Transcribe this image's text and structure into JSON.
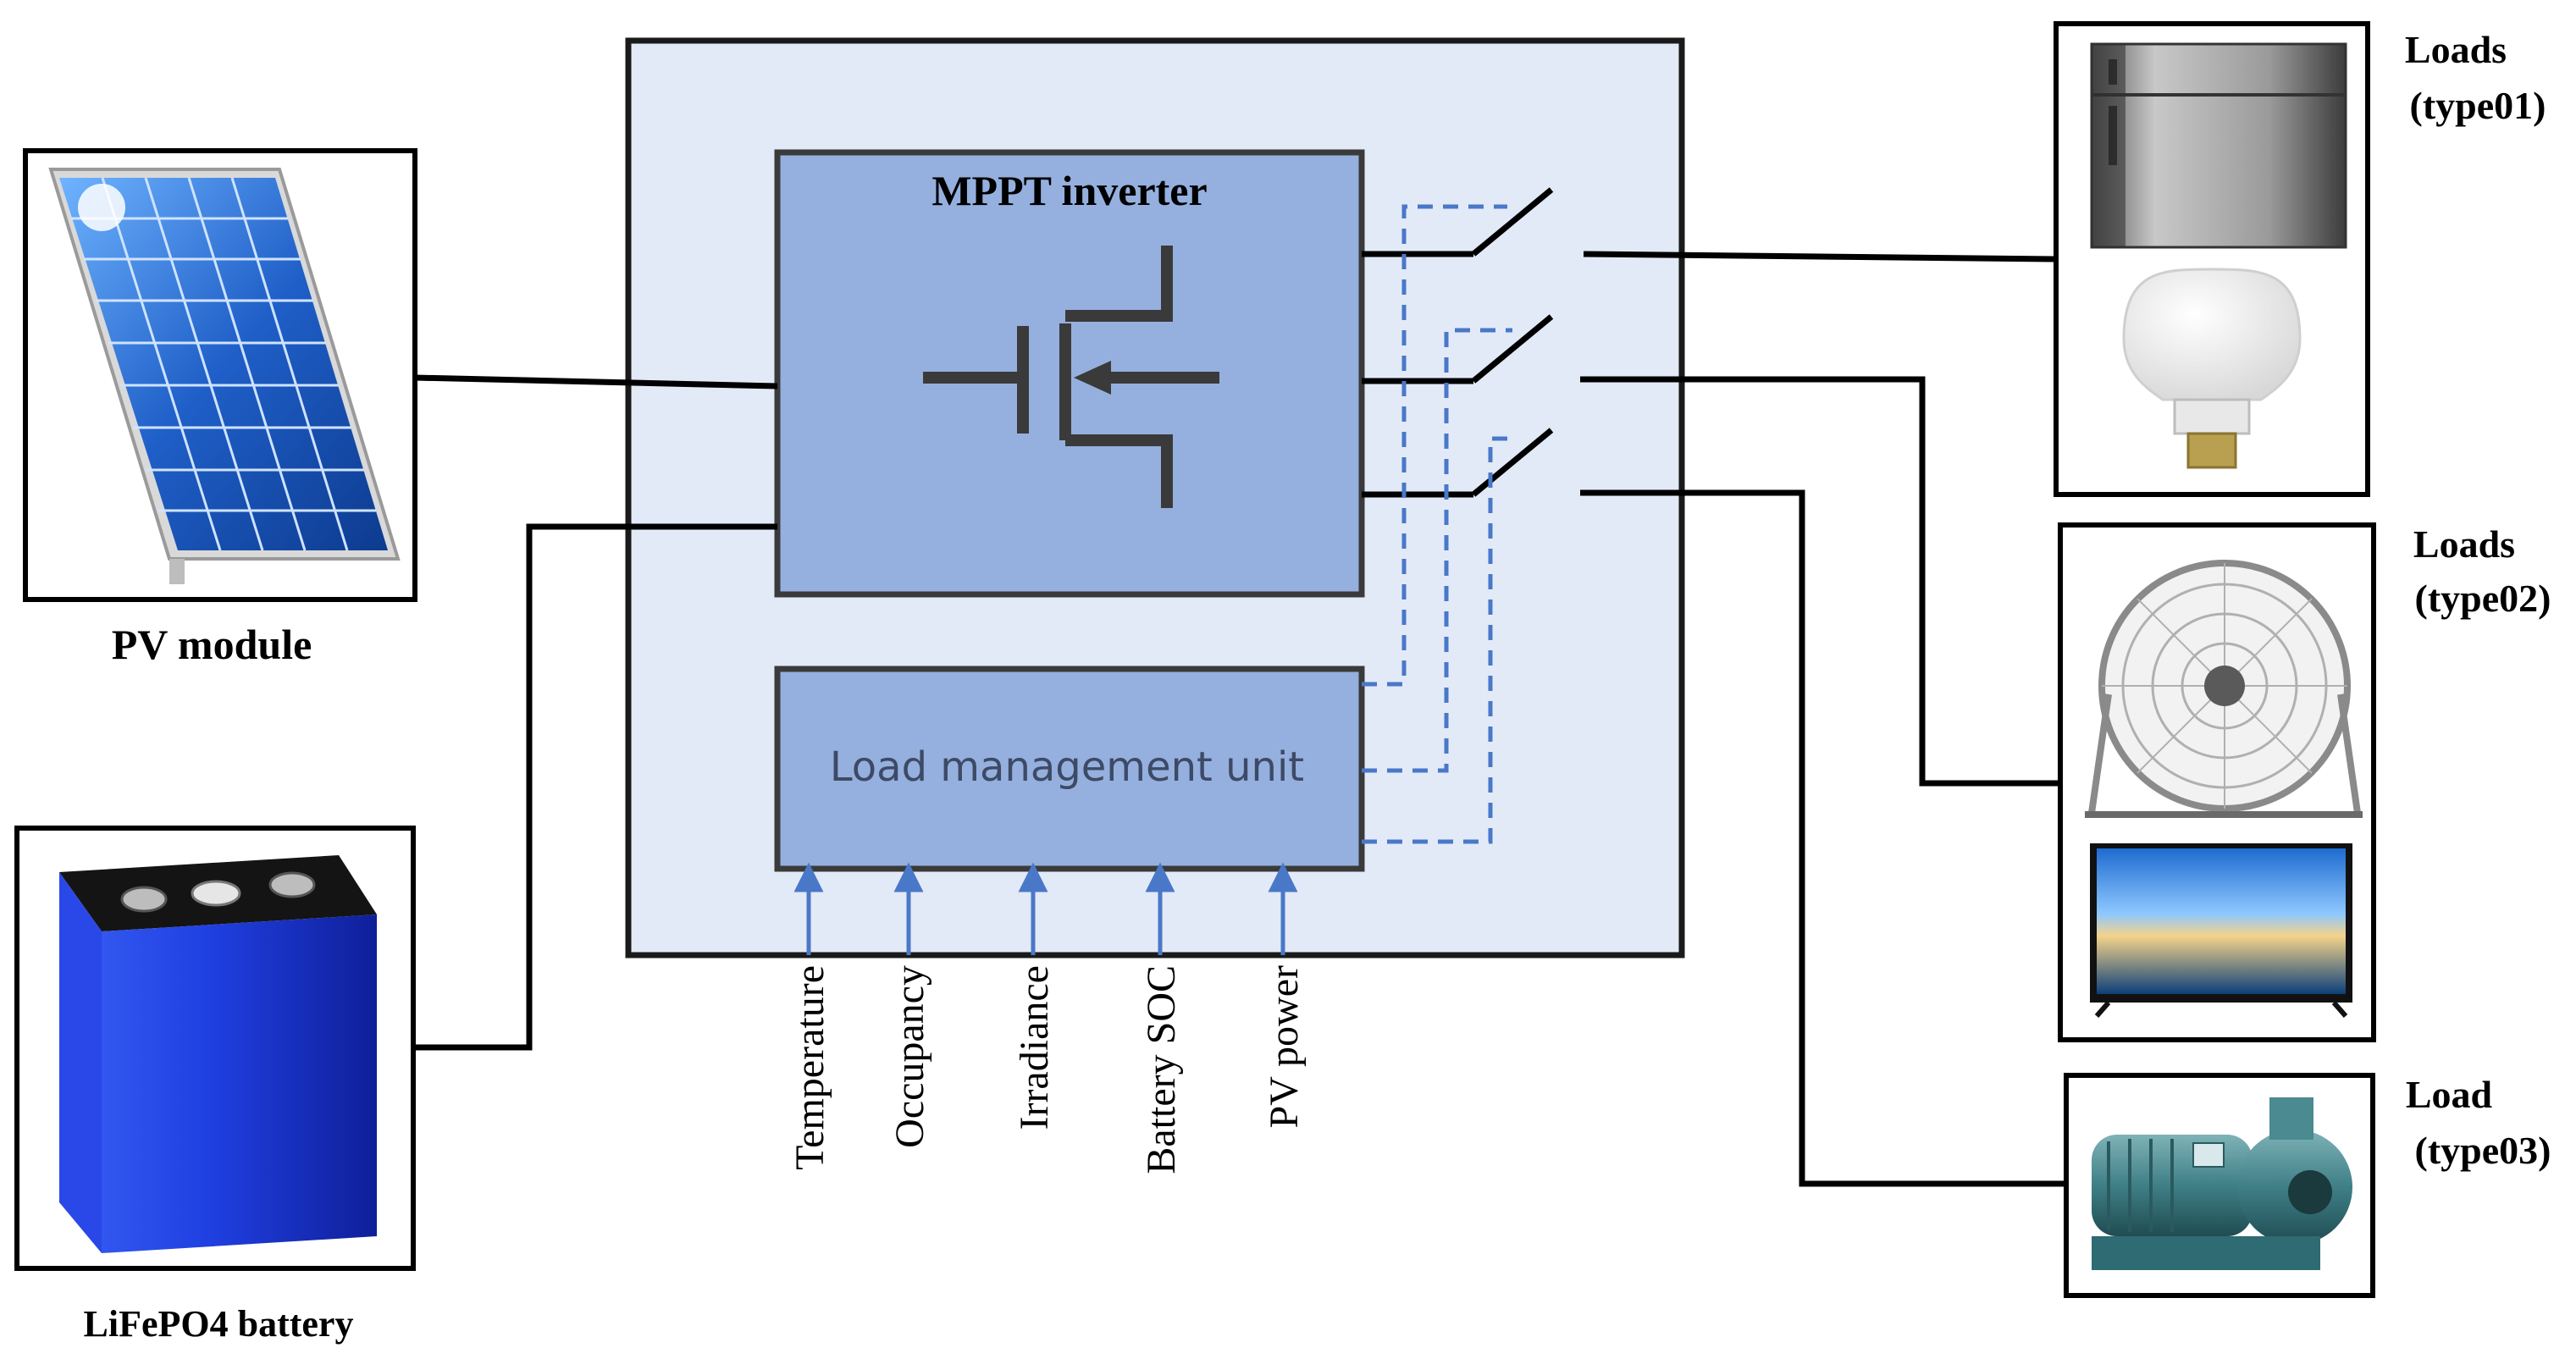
{
  "labels": {
    "pv_module": "PV module",
    "battery": "LiFePO4 battery",
    "mppt_inverter": "MPPT inverter",
    "load_management_unit": "Load management unit",
    "loads_type01_line1": "Loads",
    "loads_type01_line2": "(type01)",
    "loads_type02_line1": "Loads",
    "loads_type02_line2": "(type02)",
    "load_type03_line1": "Load",
    "load_type03_line2": "(type03)"
  },
  "inputs": [
    "Temperature",
    "Occupancy",
    "Irradiance",
    "Battery SOC",
    "PV power"
  ],
  "colors": {
    "controller_bg": "#e3eaf7",
    "block_fill": "#95b0de",
    "block_stroke": "#3a3a3a",
    "signal_blue": "#4a78c8",
    "wire": "#000000",
    "battery_blue": "#1f3fe0",
    "panel_blue": "#2f6fd0"
  }
}
